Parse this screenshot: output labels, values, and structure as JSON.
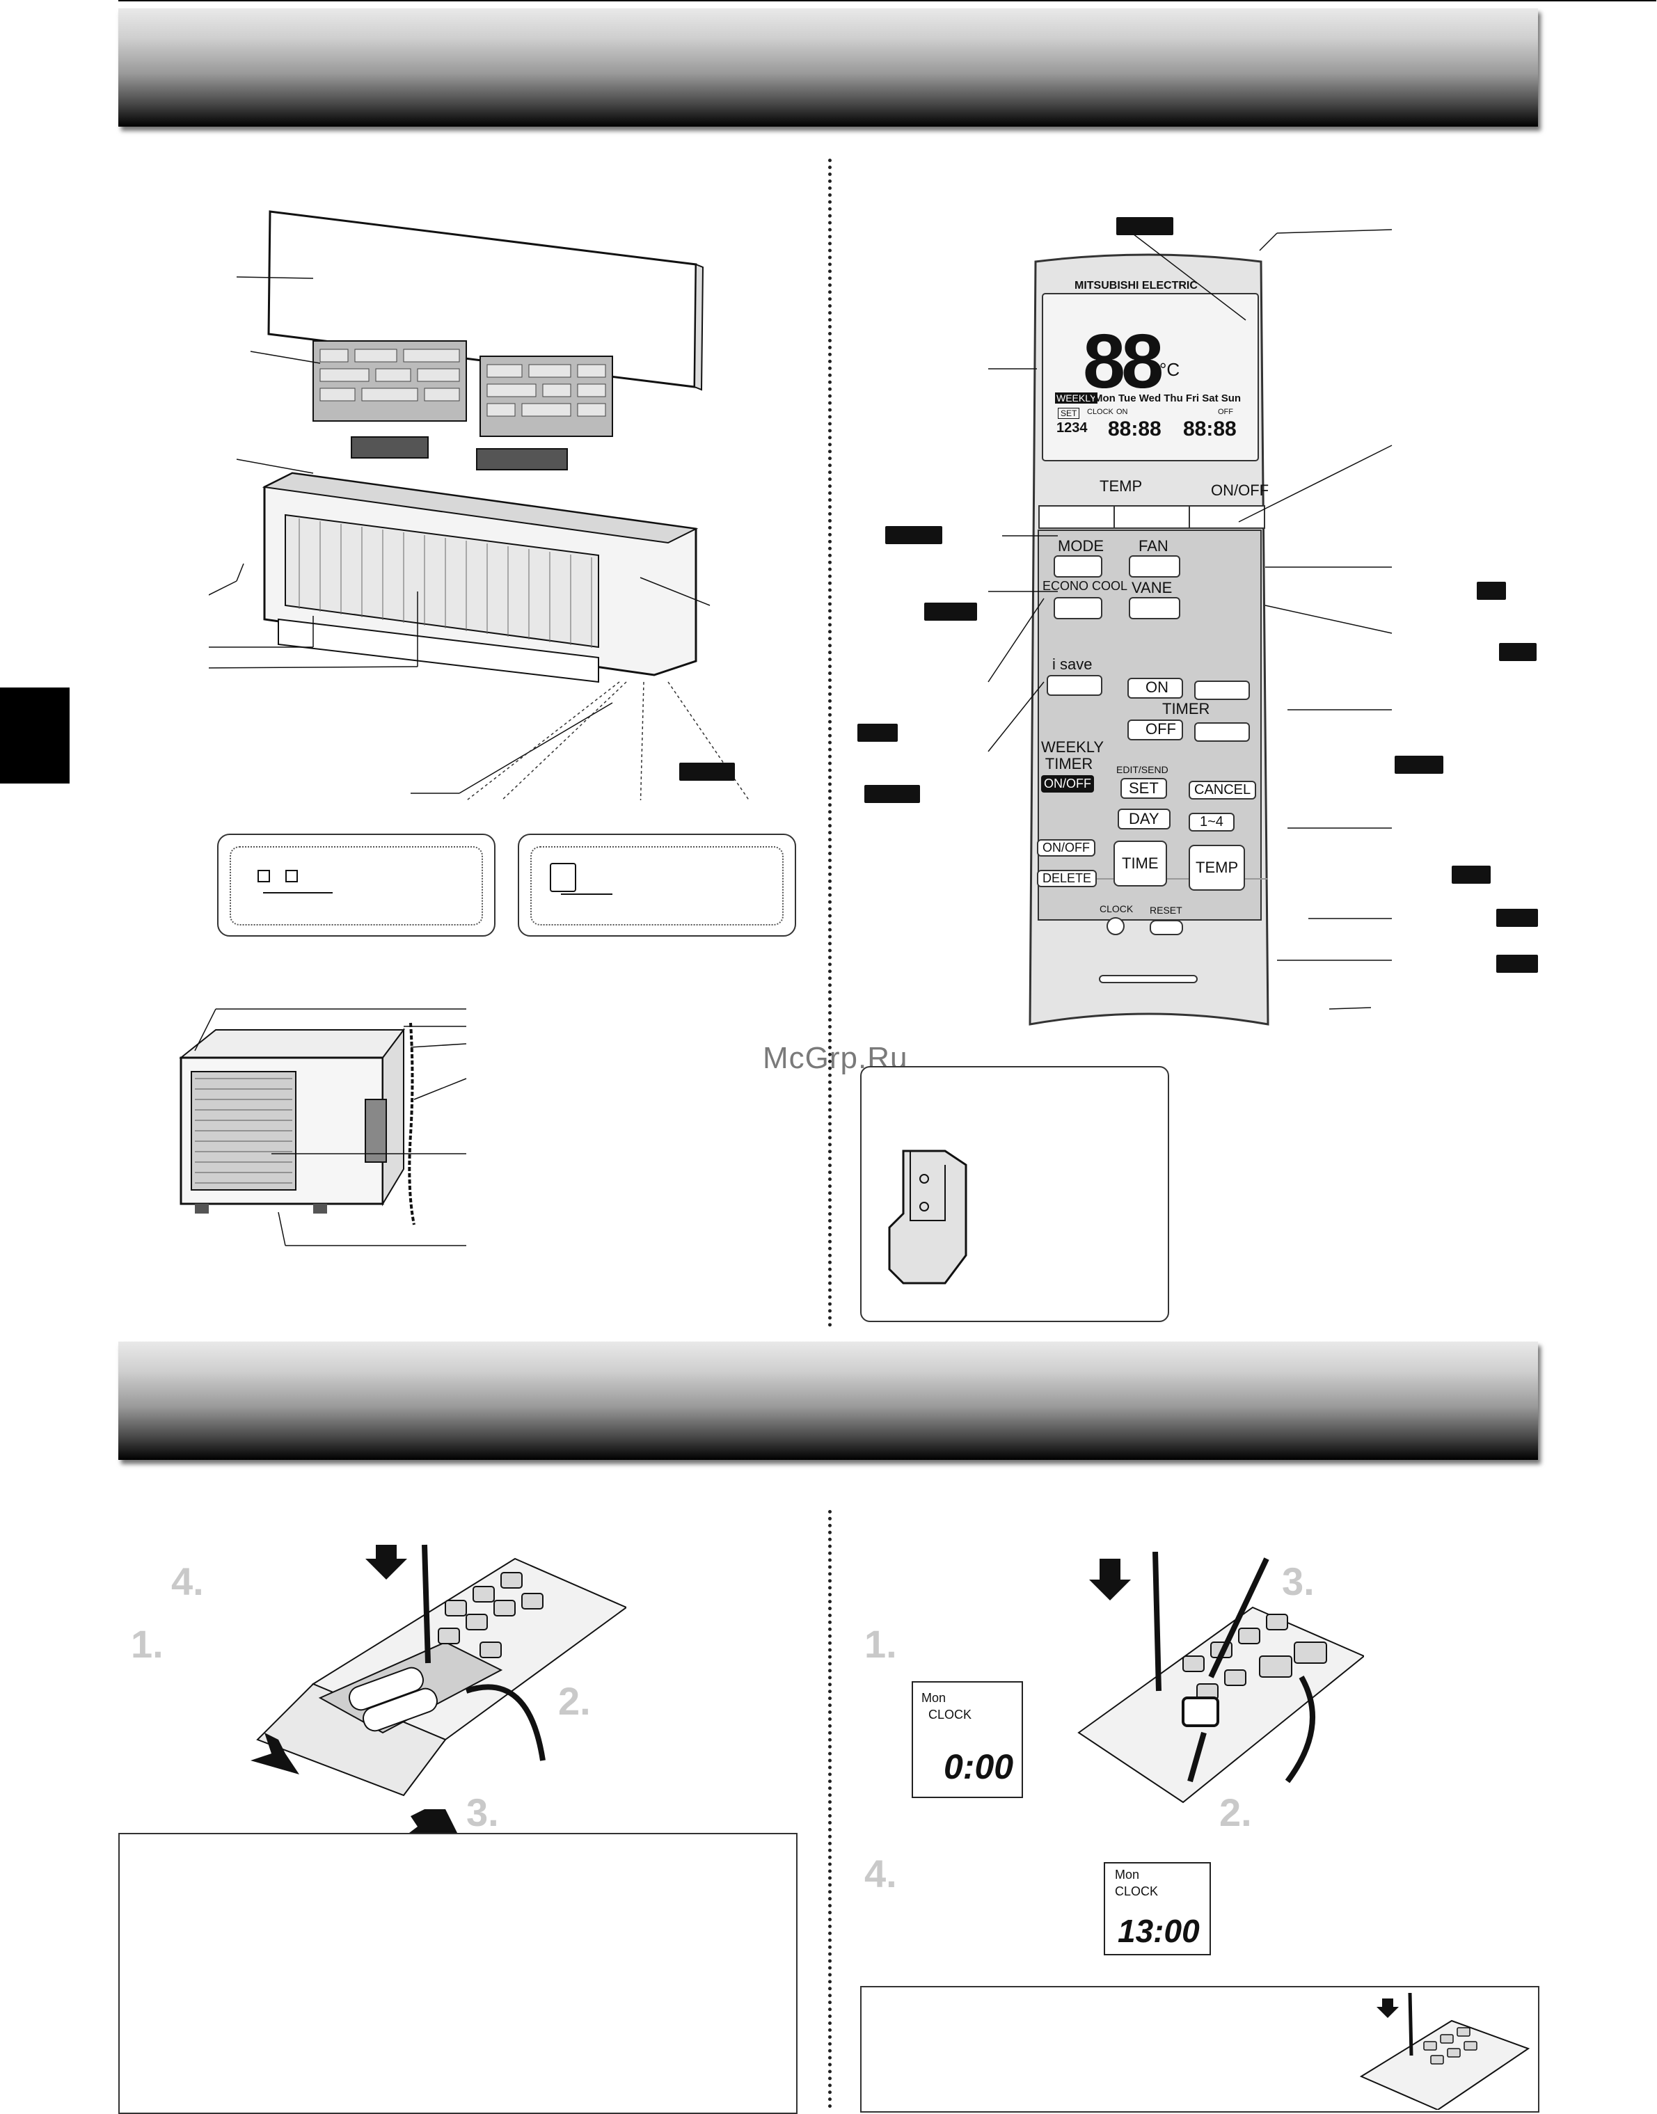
{
  "watermark": "McGrp.Ru",
  "remote": {
    "brand": "MITSUBISHI ELECTRIC",
    "lcd": {
      "weekly": "WEEKLY",
      "days": "Mon Tue Wed Thu Fri Sat Sun",
      "set": "SET",
      "clock": "CLOCK",
      "on": "ON",
      "off": "OFF",
      "digits_big": "88",
      "unit": "°C",
      "prog_nums": "1234",
      "time_a": "88:88",
      "time_b": "88:88"
    },
    "temp_label": "TEMP",
    "onoff_label": "ON/OFF",
    "mode_label": "MODE",
    "fan_label": "FAN",
    "econo_label": "ECONO COOL",
    "vane_label": "VANE",
    "isave_label": "i save",
    "timer_on": "ON",
    "timer_off": "OFF",
    "timer_label": "TIMER",
    "weekly_timer": "WEEKLY TIMER",
    "weekly_onoff": "ON/OFF",
    "edit_send": "EDIT/SEND",
    "set_btn": "SET",
    "cancel_btn": "CANCEL",
    "day_btn": "DAY",
    "range_btn": "1~4",
    "onoff_btn": "ON/OFF",
    "delete_btn": "DELETE",
    "time_btn": "TIME",
    "temp_btn": "TEMP",
    "clock_btn": "CLOCK",
    "reset_btn": "RESET"
  },
  "clock_display_1": {
    "day": "Mon",
    "label": "CLOCK",
    "time": "0:00"
  },
  "clock_display_2": {
    "day": "Mon",
    "label": "CLOCK",
    "time": "13:00"
  },
  "steps_left": [
    "4.",
    "1.",
    "2.",
    "3."
  ],
  "steps_right": [
    "3.",
    "1.",
    "2.",
    "4."
  ]
}
